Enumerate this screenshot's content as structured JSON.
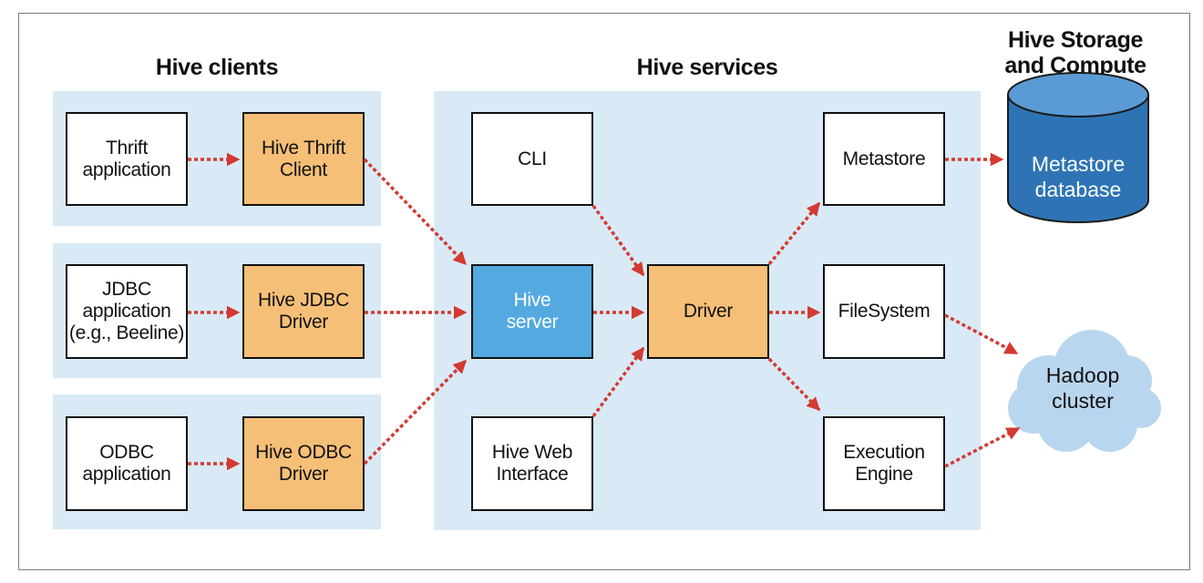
{
  "headings": {
    "clients": "Hive clients",
    "services": "Hive services",
    "storage": "Hive Storage\nand Compute"
  },
  "clients": {
    "thrift_app": "Thrift\napplication",
    "thrift_client": "Hive Thrift\nClient",
    "jdbc_app": "JDBC\napplication\n(e.g., Beeline)",
    "jdbc_driver": "Hive JDBC\nDriver",
    "odbc_app": "ODBC\napplication",
    "odbc_driver": "Hive ODBC\nDriver"
  },
  "services": {
    "cli": "CLI",
    "hive_server": "Hive\nserver",
    "web_interface": "Hive Web\nInterface",
    "driver": "Driver",
    "metastore": "Metastore",
    "filesystem": "FileSystem",
    "execution_engine": "Execution\nEngine"
  },
  "storage": {
    "metastore_db": "Metastore\ndatabase",
    "hadoop_cluster": "Hadoop\ncluster"
  },
  "colors": {
    "panel": "#d9eaf6",
    "client_component": "#f6bf77",
    "hive_server": "#54a9e0",
    "database": "#2e74b5",
    "cloud": "#bcd8ef",
    "arrow": "#d33a32"
  }
}
